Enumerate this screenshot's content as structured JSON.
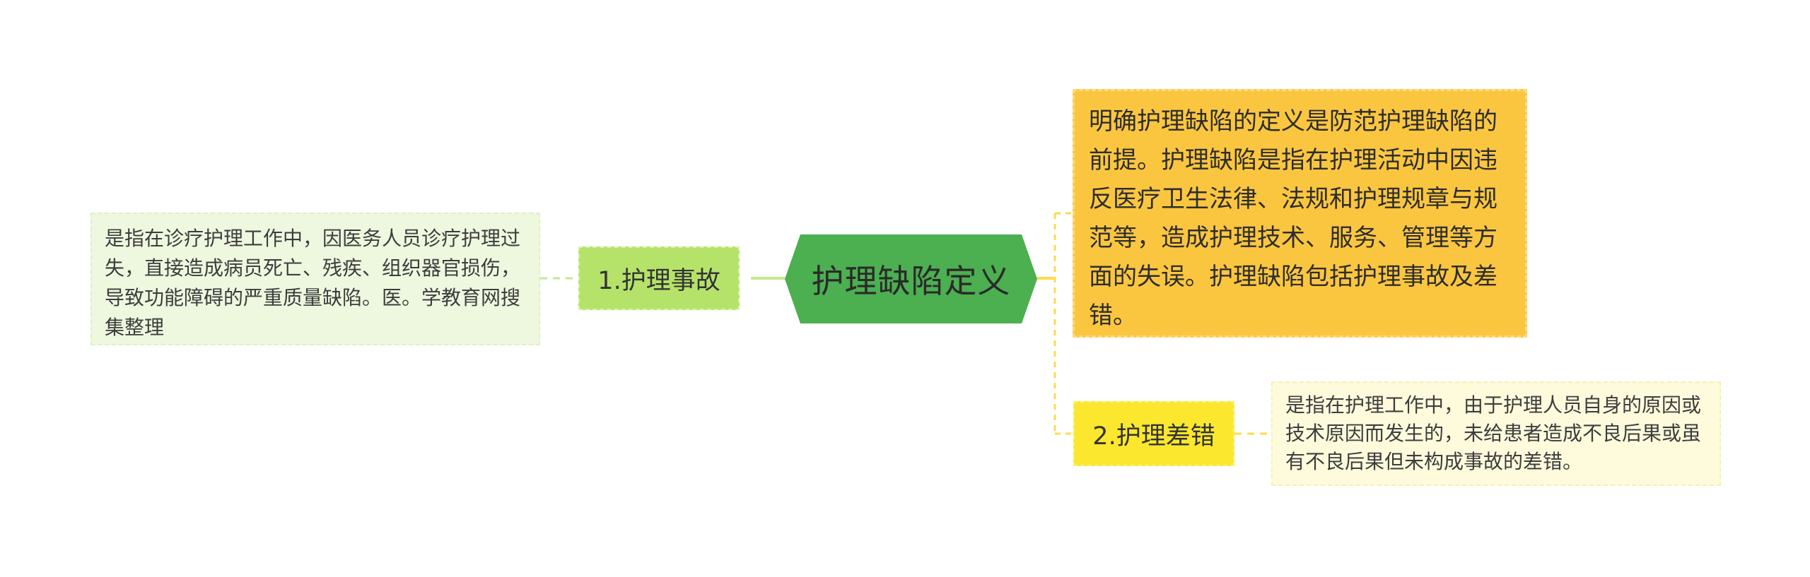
{
  "diagram": {
    "center": {
      "label": "护理缺陷定义",
      "color": "#4caf50"
    },
    "main_text": {
      "text": "明确护理缺陷的定义是防范护理缺陷的前提。护理缺陷是指在护理活动中因违反医疗卫生法律、法规和护理规章与规范等，造成护理技术、服务、管理等方面的失误。护理缺陷包括护理事故及差错。",
      "color": "#fbc63f"
    },
    "branches": [
      {
        "label": "1.护理事故",
        "color": "#b5e36a",
        "detail": "是指在诊疗护理工作中，因医务人员诊疗护理过失，直接造成病员死亡、残疾、组织器官损伤，导致功能障碍的严重质量缺陷。医。学教育网搜集整理"
      },
      {
        "label": "2.护理差错",
        "color": "#fbe72e",
        "detail": "是指在护理工作中，由于护理人员自身的原因或技术原因而发生的，未给患者造成不良后果或虽有不良后果但未构成事故的差错。"
      }
    ],
    "connector_colors": {
      "left": "#c5e88f",
      "right": "#fbdc4f"
    }
  }
}
